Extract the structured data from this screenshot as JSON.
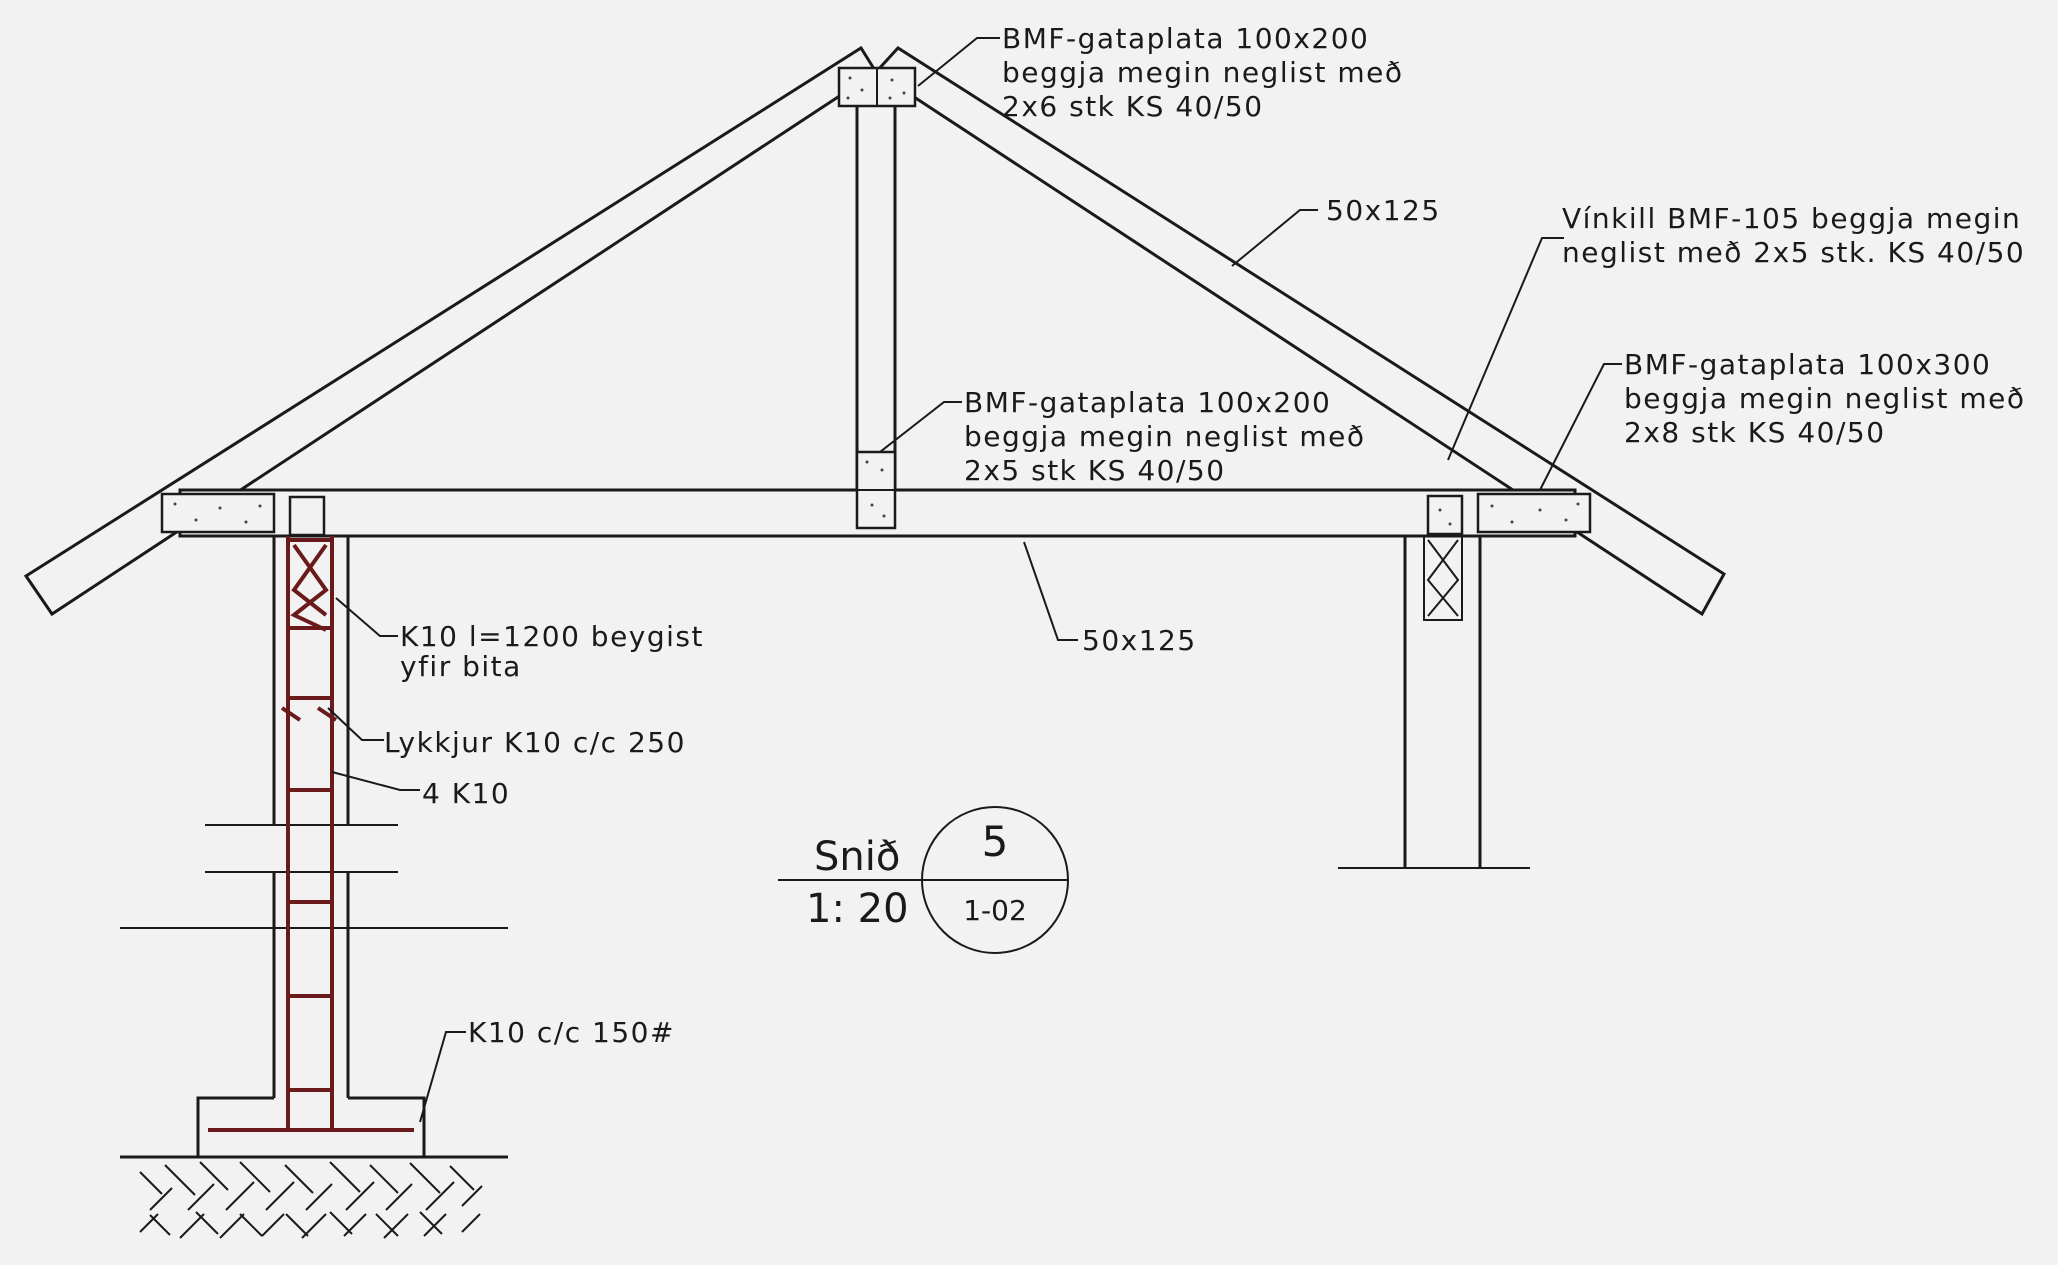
{
  "labels": {
    "ridge_plate": [
      "BMF-gataplata 100x200",
      "beggja megin neglist með",
      "2x6 stk KS 40/50"
    ],
    "rafter_size": "50x125",
    "angle_bracket": [
      "Vínkill BMF-105 beggja megin",
      "neglist með 2x5 stk. KS 40/50"
    ],
    "eave_plate_right": [
      "BMF-gataplata 100x300",
      "beggja megin neglist með",
      "2x8 stk KS 40/50"
    ],
    "post_plate": [
      "BMF-gataplata 100x200",
      "beggja megin neglist með",
      "2x5 stk KS 40/50"
    ],
    "tie_beam_size": "50x125",
    "rebar_bent": [
      "K10 l=1200 beygist",
      "yfir bita"
    ],
    "stirrups": "Lykkjur K10 c/c 250",
    "longitudinal_bars": "4 K10",
    "footing_mesh": "K10 c/c 150#"
  },
  "title_block": {
    "section_label": "Snið",
    "scale": "1: 20",
    "section_number": "5",
    "sheet_ref": "1-02"
  }
}
